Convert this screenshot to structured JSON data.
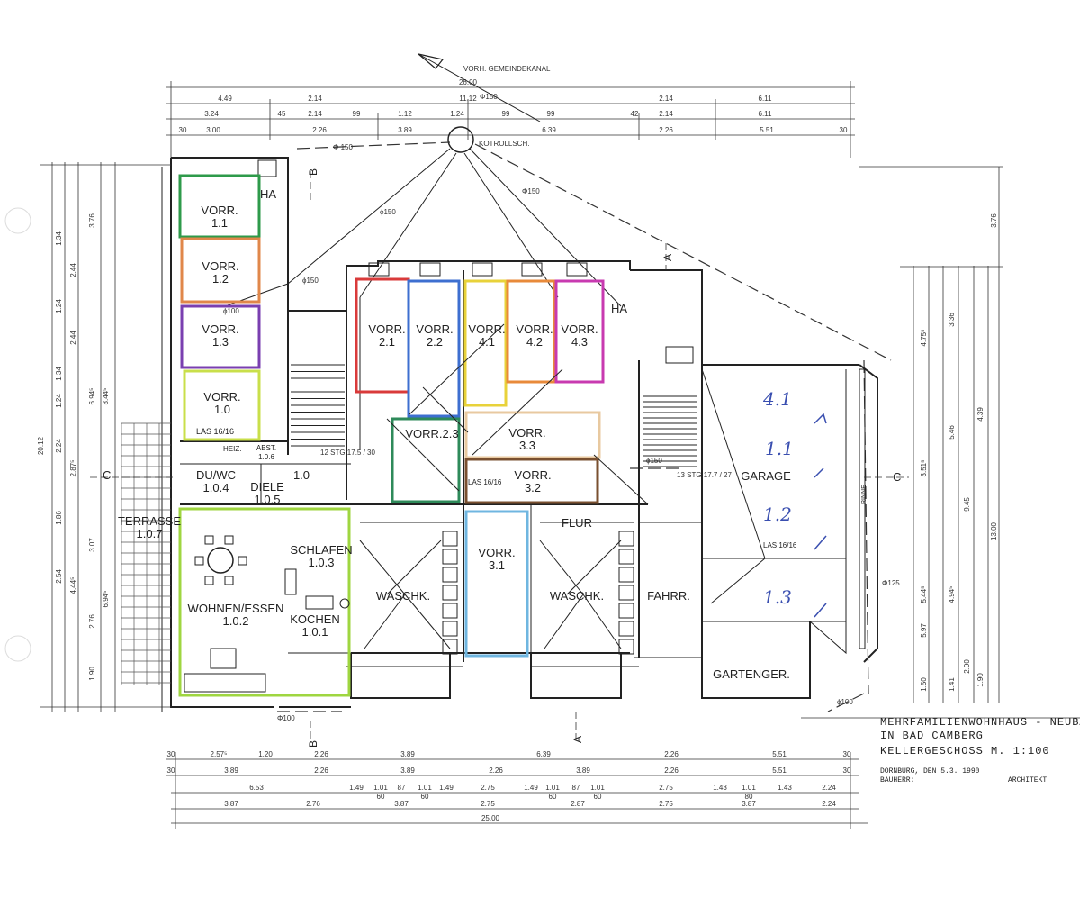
{
  "sewer": {
    "label": "VORH. GEMEINDEKANAL",
    "manhole": "KOTROLLSCH.",
    "pipe150": "Φ150",
    "pipe150b": "Φ 150",
    "pipe125": "Φ125",
    "pipe100": "Φ100",
    "pipe150s": "ϕ150",
    "pipe100s": "ϕ100"
  },
  "dims_top": {
    "row1": [
      "26.00"
    ],
    "row2": [
      "4.49",
      "2.14",
      "11.12",
      "2.14",
      "6.11"
    ],
    "row3": [
      "3.24",
      "45",
      "2.14",
      "99",
      "1.12",
      "1.24",
      "99",
      "99",
      "42",
      "2.14",
      "6.11"
    ],
    "row4": [
      "30",
      "3.00",
      "2.26",
      "3.89",
      "6.39",
      "2.26",
      "5.51",
      "30"
    ]
  },
  "dims_bottom": {
    "row1": [
      "30",
      "2.57⁵",
      "1.20",
      "2.26",
      "3.89",
      "6.39",
      "2.26",
      "5.51",
      "30"
    ],
    "row2": [
      "30",
      "3.89",
      "2.26",
      "3.89",
      "2.26",
      "3.89",
      "2.26",
      "5.51",
      "30"
    ],
    "row3": [
      "6.53",
      "1.49",
      "1.01",
      "87",
      "1.01",
      "1.49",
      "2.75",
      "1.49",
      "1.01",
      "87",
      "1.01",
      "2.75",
      "1.43",
      "1.01",
      "1.43",
      "2.24"
    ],
    "row3b": [
      "60",
      "60",
      "60",
      "60",
      "80"
    ],
    "row4": [
      "3.87",
      "2.76",
      "3.87",
      "2.75",
      "2.87",
      "2.75",
      "3.87",
      "2.24"
    ],
    "row5": [
      "25.00"
    ]
  },
  "dims_left": [
    "20.12",
    "8.44⁵",
    "6.94⁵",
    "3.76",
    "1.34",
    "2.44",
    "1.24",
    "2.44",
    "1.34",
    "1.24",
    "2.24",
    "2.87⁵",
    "1.86",
    "3.07",
    "2.54",
    "4.44⁵",
    "2.76",
    "1.90",
    "6.94⁵"
  ],
  "dims_right": [
    "3.76",
    "4.75⁵",
    "3.36",
    "3.51⁵",
    "5.46",
    "4.39",
    "9.45",
    "13.00",
    "5.44⁵",
    "4.94⁵",
    "5.97",
    "1.50",
    "1.41",
    "2.00",
    "1.90"
  ],
  "section_marks": [
    "B",
    "B",
    "A",
    "A",
    "C",
    "C"
  ],
  "rooms": {
    "vorr11": "VORR.\n1.1",
    "ha1": "HA",
    "vorr12": "VORR.\n1.2",
    "vorr13": "VORR.\n1.3",
    "vorr10": "VORR.\n1.0",
    "las1": "LAS 16/16",
    "heiz": "HEIZ.",
    "abst": "ABST.\n1.0.6",
    "room10": "1.0",
    "duwc": "DU/WC\n1.0.4",
    "diele": "DIELE\n1.0.5",
    "terrasse": "TERRASSE\n1.0.7",
    "schlafen": "SCHLAFEN\n1.0.3",
    "wohnen": "WOHNEN/ESSEN\n1.0.2",
    "kochen": "KOCHEN\n1.0.1",
    "vorr21": "VORR.\n2.1",
    "vorr22": "VORR.\n2.2",
    "vorr41": "VORR.\n4.1",
    "vorr42": "VORR.\n4.2",
    "vorr43": "VORR.\n4.3",
    "ha2": "HA",
    "vorr23": "VORR.2.3",
    "vorr33": "VORR.\n3.3",
    "vorr32": "VORR.\n3.2",
    "las2": "LAS 16/16",
    "vorr31": "VORR.\n3.1",
    "flur": "FLUR",
    "waschk1": "WASCHK.",
    "waschk2": "WASCHK.",
    "fahrr": "FAHRR.",
    "garage": "GARAGE",
    "las3": "LAS 16/16",
    "rinne": "RINNE",
    "gartenger": "GARTENGER."
  },
  "stairs_labels": [
    "12 STG\n17.5 / 30",
    "13 STG\n17.7 / 27"
  ],
  "handwriting": [
    "4.1",
    "1.1",
    "1.2",
    "1.3"
  ],
  "title_block": {
    "line1": "MEHRFAMILIENWOHNHAUS - NEUBAU",
    "line2": "IN  BAD  CAMBERG",
    "line3": "KELLERGESCHOSS   M. 1:100",
    "place_date": "DORNBURG, DEN   5.3. 1990",
    "bauherr": "BAUHERR:",
    "architekt": "ARCHITEKT"
  },
  "colors": {
    "vorr11": "#2e9a4a",
    "vorr12": "#e0874a",
    "vorr13": "#7a3fb0",
    "vorr10": "#c9df4a",
    "vorr21": "#d93a3a",
    "vorr22": "#3d6fd0",
    "vorr41": "#e8d23a",
    "vorr42": "#e88a3a",
    "vorr43": "#c83ab0",
    "vorr23": "#2e8a5a",
    "vorr33": "#e8c9a0",
    "vorr32": "#7a5030",
    "vorr31": "#6fb6e0",
    "wohnen": "#9fd640",
    "handwriting": "#3a4fb0"
  }
}
